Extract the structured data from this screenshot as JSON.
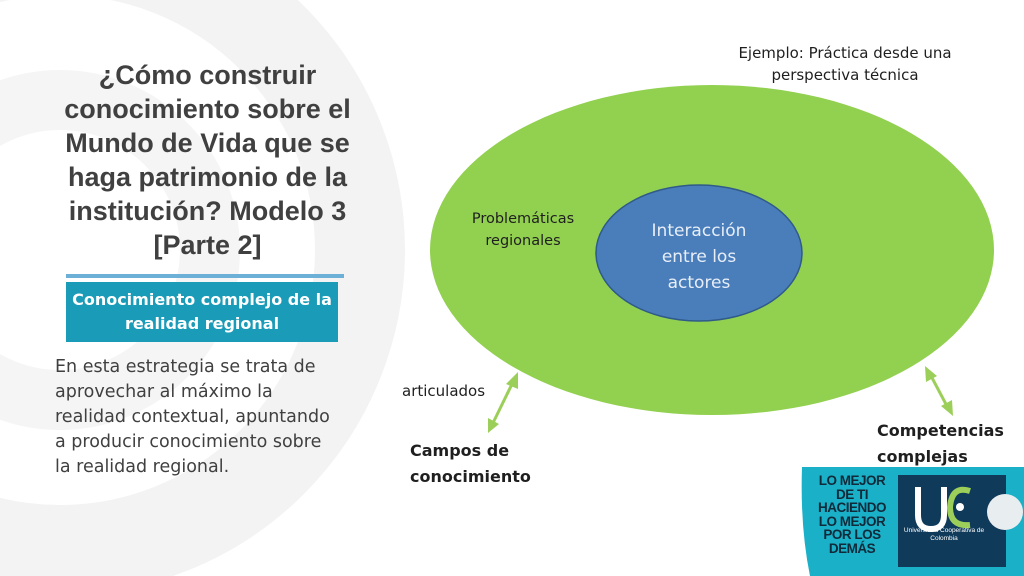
{
  "slide": {
    "title": "¿Cómo construir conocimiento sobre el Mundo de Vida que se haga patrimonio de la institución? Modelo 3 [Parte 2]",
    "subtitle_box": "Conocimiento complejo de la realidad regional",
    "description": "En esta estrategia se trata de aprovechar al máximo la realidad contextual, apuntando a producir conocimiento sobre la realidad regional."
  },
  "diagram": {
    "example_label": "Ejemplo: Práctica desde una perspectiva técnica",
    "outer_label": "Problemáticas regionales",
    "inner_label": "Interacción entre los actores",
    "articulated_label": "articulados",
    "left_field_label": "Campos de conocimiento",
    "right_field_label": "Competencias complejas"
  },
  "logo": {
    "slogan": "LO MEJOR DE TI HACIENDO LO MEJOR POR LOS DEMÁS",
    "institution": "Universidad Cooperativa de Colombia"
  },
  "colors": {
    "outer_ellipse": "#92d050",
    "inner_ellipse": "#4a7ebb",
    "box": "#1a9bb7",
    "arrow": "#9ccf5a"
  }
}
